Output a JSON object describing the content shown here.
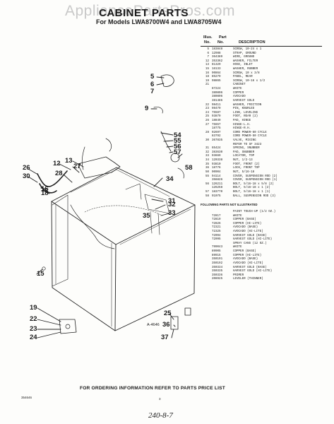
{
  "watermark": "AppliancePartsPros.com",
  "title": "CABINET PARTS",
  "subtitle": "For Models LWA8700W4 and LWA8705W4",
  "columns": {
    "ill_line1": "Illus.",
    "ill_line2": "No.",
    "part_line1": "Part",
    "part_line2": "No.",
    "description": "DESCRIPTION"
  },
  "parts": [
    {
      "ill": "5",
      "part": "183848",
      "desc": "SCREW, 10-24 x 1"
    },
    {
      "ill": "6",
      "part": "12988",
      "desc": "STRAP, GROUND"
    },
    {
      "ill": "7",
      "part": "364389",
      "desc": "WIRE, GROUND"
    },
    {
      "ill": "12",
      "part": "353362",
      "desc": "WASHER, FILTER"
    },
    {
      "ill": "13",
      "part": "81329",
      "desc": "HOSE, INLET"
    },
    {
      "ill": "15",
      "part": "16133",
      "desc": "WASHER, RUBBER"
    },
    {
      "ill": "16",
      "part": "90864",
      "desc": "SCREW, 10 x 3/8"
    },
    {
      "ill": "18",
      "part": "85279",
      "desc": "PANEL, REAR"
    },
    {
      "ill": "19",
      "part": "98865",
      "desc": "SCREW, 10-16 x 1/2"
    },
    {
      "ill": "21",
      "part": "",
      "desc": "CABINET"
    },
    {
      "ill": "",
      "part": "87224",
      "desc": "WHITE"
    },
    {
      "ill": "",
      "part": "380806",
      "desc": "COPPER"
    },
    {
      "ill": "",
      "part": "380806",
      "desc": "AVOCADO"
    },
    {
      "ill": "",
      "part": "381486",
      "desc": "HARVEST GOLD"
    },
    {
      "ill": "22",
      "part": "98411",
      "desc": "WASHER, FRICTION"
    },
    {
      "ill": "23",
      "part": "98479",
      "desc": "PIN, KNURLED"
    },
    {
      "ill": "24",
      "part": "75587",
      "desc": "LINK, LEVELING"
    },
    {
      "ill": "25",
      "part": "93879",
      "desc": "FOOT, REAR (2)"
    },
    {
      "ill": "26",
      "part": "18849",
      "desc": "PAD, HINGE"
    },
    {
      "ill": "27",
      "part": "75657",
      "desc": "HINGE-L.H."
    },
    {
      "ill": "",
      "part": "18775",
      "desc": "HINGE-R.H."
    },
    {
      "ill": "28",
      "part": "92697",
      "desc": "CORD POWER-60 CYCLE"
    },
    {
      "ill": "",
      "part": "83792",
      "desc": "CORD POWER-50 CYCLE"
    },
    {
      "ill": "30",
      "part": "367835",
      "desc": "VALVE, MIXING"
    },
    {
      "ill": "",
      "part": "",
      "desc": "REFER TO SF 3423"
    },
    {
      "ill": "31",
      "part": "65424",
      "desc": "SPRING, SNUBBER"
    },
    {
      "ill": "32",
      "part": "383630",
      "desc": "PAD, SNUBBER"
    },
    {
      "ill": "33",
      "part": "93669",
      "desc": "LOCATOR, TOP"
    },
    {
      "ill": "34",
      "part": "120338",
      "desc": "NUT, 1/2-13"
    },
    {
      "ill": "35",
      "part": "93810",
      "desc": "FOOT, FRONT (2)"
    },
    {
      "ill": "36",
      "part": "18776",
      "desc": "LOCK, FRONT TOP"
    },
    {
      "ill": "50",
      "part": "90904",
      "desc": "NUT, 5/16-18"
    },
    {
      "ill": "55",
      "part": "94114",
      "desc": "COVER, SUSPENSION ROD (2)"
    },
    {
      "ill": "",
      "part": "356826",
      "desc": "COVER, SUSPENSION ROD (1)"
    },
    {
      "ill": "56",
      "part": "126211",
      "desc": "BOLT, 5/16-18 x 5/8 (2)"
    },
    {
      "ill": "",
      "part": "126258",
      "desc": "BOLT, 5/16-18 x 1 (2)"
    },
    {
      "ill": "57",
      "part": "183770",
      "desc": "BOLT, 5/16-18 x 1 (1)"
    },
    {
      "ill": "58",
      "part": "91075",
      "desc": "BALL, SUSPENSION ROD (3)"
    }
  ],
  "not_illustrated_heading": "FOLLOWING PARTS NOT ILLUSTRATED",
  "not_illustrated": [
    {
      "part": "",
      "desc": "PAINT TOUCH-UP (1/2 OZ.)"
    },
    {
      "part": "72817",
      "desc": "WHITE"
    },
    {
      "part": "72819",
      "desc": "COPPER (BASE)"
    },
    {
      "part": "72826",
      "desc": "COPPER (HI-LITE)"
    },
    {
      "part": "72321",
      "desc": "AVOCADO (BASE)"
    },
    {
      "part": "72325",
      "desc": "AVOCADO (HI-LITE)"
    },
    {
      "part": "72094",
      "desc": "HARVEST GOLD (BASE)"
    },
    {
      "part": "72095",
      "desc": "HARVEST GOLD (HI-LITE)"
    },
    {
      "part": "",
      "desc": "SPRAY CANS (12 OZ.)"
    },
    {
      "part": "799043",
      "desc": "WHITE"
    },
    {
      "part": "89905",
      "desc": "COPPER (BASE)"
    },
    {
      "part": "89915",
      "desc": "COPPER (HI-LITE)"
    },
    {
      "part": "350191",
      "desc": "AVOCADO (BASE)"
    },
    {
      "part": "350192",
      "desc": "AVOCADO (HI-LITE)"
    },
    {
      "part": "350334",
      "desc": "HARVEST GOLD (BASE)"
    },
    {
      "part": "350335",
      "desc": "HARVEST GOLD (HI-LITE)"
    },
    {
      "part": "350336",
      "desc": "PRIMER"
    },
    {
      "part": "208925",
      "desc": "LEVELER (THINNER)"
    }
  ],
  "callouts": [
    "5",
    "6",
    "7",
    "9",
    "54",
    "55",
    "56",
    "57",
    "58",
    "12",
    "13",
    "26",
    "27",
    "28",
    "34",
    "31",
    "30",
    "32",
    "33",
    "18",
    "16",
    "15",
    "19",
    "22",
    "23",
    "24",
    "25",
    "36",
    "37",
    "35"
  ],
  "figure_label": "A-4646",
  "footer": "FOR ORDERING INFORMATION REFER TO PARTS PRICE LIST",
  "doc_number": "354646",
  "page_number": "3",
  "handwritten": "240-8-7"
}
